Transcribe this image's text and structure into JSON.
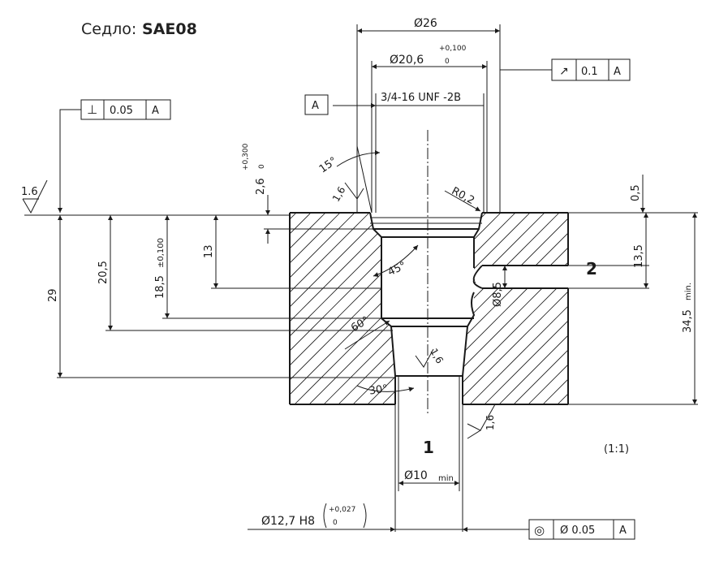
{
  "title": {
    "prefix": "Седло: ",
    "code": "SAE08"
  },
  "dimensions": {
    "d26": "Ø26",
    "d20_6": "Ø20,6",
    "d20_6_tol_upper": "+0,100",
    "d20_6_tol_lower": "0",
    "thread": "3/4-16 UNF -2B",
    "angle15": "15°",
    "rough_1_6_a": "1,6",
    "r0_2": "R0,2",
    "depth2_6": "2,6",
    "depth2_6_tol_upper": "+0,300",
    "depth2_6_tol_lower": "0",
    "d13": "13",
    "d18_5": "18,5",
    "d18_5_tol": "±0,100",
    "d20_5": "20,5",
    "d29": "29",
    "angle45": "45°",
    "angle60": "60°",
    "angle30": "30°",
    "rough_1_6_b": "1,6",
    "rough_1_6_c": "1,6",
    "d0_5": "0,5",
    "d13_5": "13,5",
    "d8_5": "Ø8,5",
    "d34_5": "34,5",
    "d34_5_suffix": "min.",
    "d10": "Ø10",
    "d10_suffix": "min",
    "d12_7": "Ø12,7 H8",
    "d12_7_tol_upper": "+0,027",
    "d12_7_tol_lower": "0"
  },
  "surface_left": "1.6",
  "port_labels": {
    "port1": "1",
    "port2": "2"
  },
  "scale": "(1:1)",
  "datum_label": "A",
  "gdt": {
    "perpendicularity": {
      "symbol": "⊥",
      "value": "0.05",
      "datum": "A"
    },
    "runout": {
      "symbol": "↗",
      "value": "0.1",
      "datum": "A"
    },
    "concentricity": {
      "symbol": "◎",
      "value": "Ø 0.05",
      "datum": "A"
    }
  }
}
